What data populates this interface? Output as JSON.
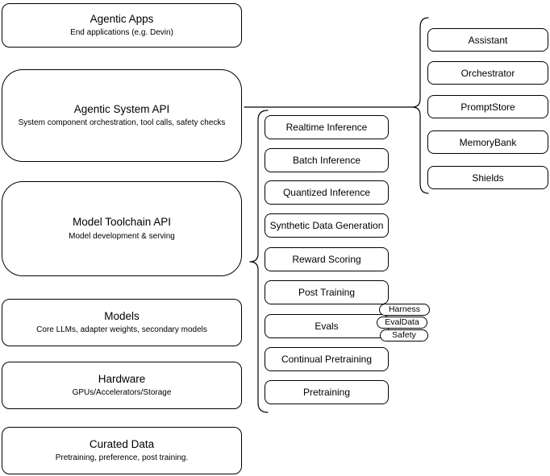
{
  "diagram": {
    "colors": {
      "stroke": "#000000",
      "background": "#ffffff",
      "text": "#000000"
    },
    "layers": [
      {
        "title": "Agentic Apps",
        "subtitle": "End applications (e.g. Devin)"
      },
      {
        "title": "Agentic System API",
        "subtitle": "System component orchestration, tool calls, safety checks"
      },
      {
        "title": "Model Toolchain API",
        "subtitle": "Model development & serving"
      },
      {
        "title": "Models",
        "subtitle": "Core LLMs, adapter weights, secondary models"
      },
      {
        "title": "Hardware",
        "subtitle": "GPUs/Accelerators/Storage"
      },
      {
        "title": "Curated Data",
        "subtitle": "Pretraining, preference, post training."
      }
    ],
    "toolchain": {
      "items": [
        {
          "label": "Realtime Inference"
        },
        {
          "label": "Batch Inference"
        },
        {
          "label": "Quantized Inference"
        },
        {
          "label": "Synthetic Data Generation"
        },
        {
          "label": "Reward Scoring"
        },
        {
          "label": "Post Training"
        },
        {
          "label": "Evals"
        },
        {
          "label": "Continual Pretraining"
        },
        {
          "label": "Pretraining"
        }
      ],
      "evals_tags": [
        {
          "label": "Harness"
        },
        {
          "label": "EvalData"
        },
        {
          "label": "Safety"
        }
      ]
    },
    "system_components": [
      {
        "label": "Assistant"
      },
      {
        "label": "Orchestrator"
      },
      {
        "label": "PromptStore"
      },
      {
        "label": "MemoryBank"
      },
      {
        "label": "Shields"
      }
    ]
  }
}
